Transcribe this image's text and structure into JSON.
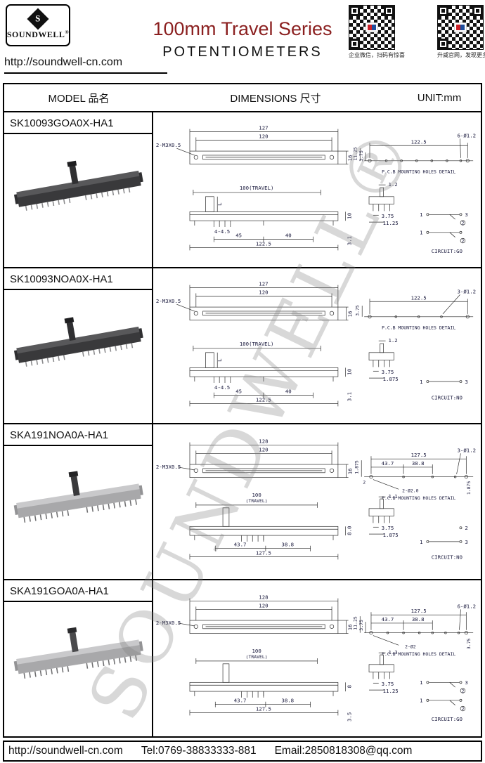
{
  "header": {
    "logo": {
      "symbol": "S",
      "name": "SOUNDWELL",
      "reg": "®"
    },
    "url": "http://soundwell-cn.com",
    "title": "100mm Travel Series",
    "subtitle": "POTENTIOMETERS",
    "qr": [
      {
        "caption": "企业微信，扫码有惊喜"
      },
      {
        "caption": "升威官网，发现更多产品"
      }
    ]
  },
  "columns": {
    "model": "MODEL 品名",
    "dimensions": "DIMENSIONS 尺寸",
    "unit": "UNIT:mm"
  },
  "watermark": "SOUNDWELL®",
  "colors": {
    "title": "#8b2020",
    "accent_red": "#cc2229",
    "accent_blue": "#1f4e9c"
  },
  "rows": [
    {
      "model": "SK10093GOA0X-HA1",
      "plan": {
        "total": "127",
        "inner": "120",
        "screw": "2-M3X0.5",
        "height": "16"
      },
      "pcb": {
        "v1": "11.25",
        "v2": "3.75",
        "width": "122.5",
        "holes": "6-Ø1.2",
        "label": "P.C.B MOUNTING HOLES DETAIL"
      },
      "side": {
        "travel": "100(TRAVEL)",
        "lever": "L",
        "pin": "4-4.5",
        "d1": "45",
        "d2": "40",
        "width": "122.5",
        "h1": "10",
        "h2": "3.1"
      },
      "front": {
        "tip": "1.2",
        "p1": "3.75",
        "p2": "11.25"
      },
      "circuit": {
        "label": "CIRCUIT:GO",
        "p1": "1",
        "p2": "2",
        "p3": "3"
      }
    },
    {
      "model": "SK10093NOA0X-HA1",
      "plan": {
        "total": "127",
        "inner": "120",
        "screw": "2-M3X0.5",
        "height": "16"
      },
      "pcb": {
        "v1": "3.75",
        "width": "122.5",
        "holes": "3-Ø1.2",
        "label": "P.C.B MOUNTING HOLES DETAIL"
      },
      "side": {
        "travel": "100(TRAVEL)",
        "lever": "L",
        "pin": "4-4.5",
        "d1": "45",
        "d2": "40",
        "width": "122.5",
        "h1": "10",
        "h2": "3.1"
      },
      "front": {
        "tip": "1.2",
        "p1": "3.75",
        "p2": "1.875"
      },
      "circuit": {
        "label": "CIRCUIT:NO",
        "p1": "1",
        "p3": "3"
      }
    },
    {
      "model": "SKA191NOA0A-HA1",
      "plan": {
        "total": "128",
        "inner": "120",
        "screw": "2-M3X0.5",
        "height": "16"
      },
      "pcb": {
        "v1": "1.875",
        "v2": "2",
        "d1": "43.7",
        "d2": "38.8",
        "width": "127.5",
        "holes": "3-Ø1.2",
        "holes2": "2-Ø2.0",
        "v3": "1.875",
        "label": "P.C.B MOUNTING HOLES DETAIL"
      },
      "side": {
        "travel": "100",
        "travel2": "(TRAVEL)",
        "d1": "43.7",
        "d2": "38.8",
        "width": "127.5",
        "h1": "8.0"
      },
      "front": {
        "tip": "1.1",
        "p1": "3.75",
        "p2": "1.875"
      },
      "circuit": {
        "label": "CIRCUIT:NO",
        "p1": "1",
        "p2": "2",
        "p3": "3"
      }
    },
    {
      "model": "SKA191GOA0A-HA1",
      "plan": {
        "total": "128",
        "inner": "120",
        "screw": "2-M3X0.5",
        "height": "16"
      },
      "pcb": {
        "v1": "11.25",
        "v2": "3.75",
        "d1": "43.7",
        "d2": "38.8",
        "width": "127.5",
        "holes": "6-Ø1.2",
        "holes2": "2-Ø2",
        "v3": "3.75",
        "label": "P.C.B MOUNTING HOLES DETAIL"
      },
      "side": {
        "travel": "100",
        "travel2": "(TRAVEL)",
        "d1": "43.7",
        "d2": "38.8",
        "width": "127.5",
        "h1": "8",
        "h2": "3.5"
      },
      "front": {
        "tip": "1.3",
        "p1": "3.75",
        "p2": "11.25"
      },
      "circuit": {
        "label": "CIRCUIT:GO",
        "p1": "1",
        "p2": "2",
        "p3": "3"
      }
    }
  ],
  "footer": {
    "url": "http://soundwell-cn.com",
    "tel": "Tel:0769-38833333-881",
    "email": "Email:2850818308@qq.com"
  }
}
